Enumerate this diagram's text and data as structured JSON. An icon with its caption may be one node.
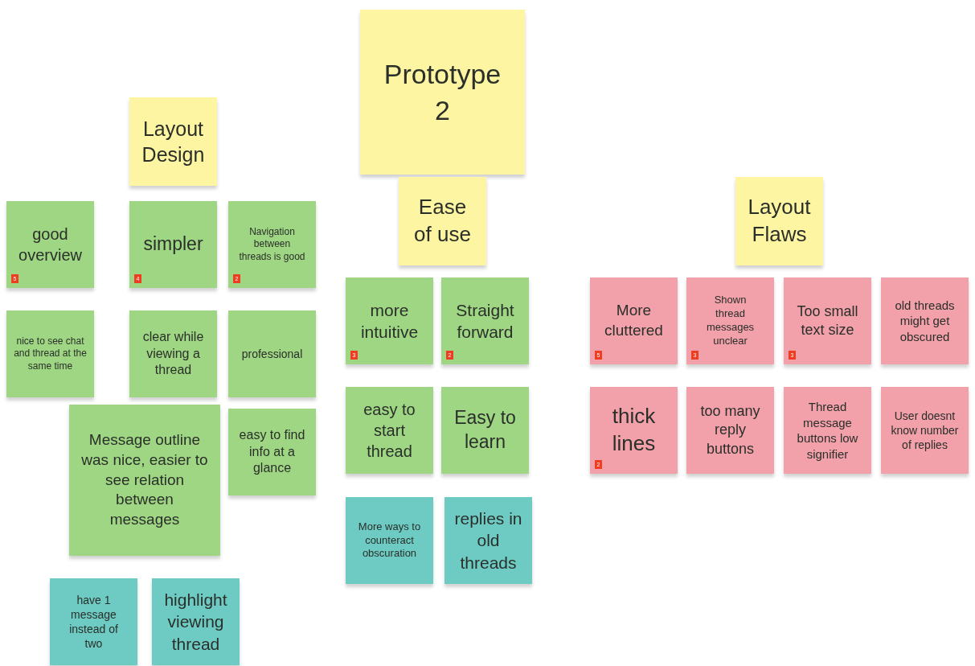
{
  "diagram": {
    "nodes": [
      {
        "text": [
          "Prototype 2"
        ]
      },
      {
        "text": [
          "Layout Design"
        ]
      },
      {
        "text": [
          "good overview",
          "5"
        ]
      },
      {
        "text": [
          "simpler",
          "4"
        ]
      },
      {
        "text": [
          "Navigation between threads is good",
          "2"
        ]
      },
      {
        "text": [
          "nice to see chat and thread at the same time"
        ]
      },
      {
        "text": [
          "clear while viewing a thread"
        ]
      },
      {
        "text": [
          "professional"
        ]
      },
      {
        "text": [
          "Message outline was nice, easier to see relation between messages"
        ]
      },
      {
        "text": [
          "easy to find info at a glance"
        ]
      },
      {
        "text": [
          "have 1 message instead of two"
        ]
      },
      {
        "text": [
          "highlight viewing thread"
        ]
      },
      {
        "text": [
          "Ease of use"
        ]
      },
      {
        "text": [
          "more intuitive",
          "3"
        ]
      },
      {
        "text": [
          "Straight forward",
          "2"
        ]
      },
      {
        "text": [
          "easy to start thread"
        ]
      },
      {
        "text": [
          "Easy to learn"
        ]
      },
      {
        "text": [
          "More ways to counteract obscuration"
        ]
      },
      {
        "text": [
          "replies in old threads"
        ]
      },
      {
        "text": [
          "Layout Flaws"
        ]
      },
      {
        "text": [
          "More cluttered",
          "5"
        ]
      },
      {
        "text": [
          "Shown thread messages unclear",
          "3"
        ]
      },
      {
        "text": [
          "Too small text size",
          "3"
        ]
      },
      {
        "text": [
          "old threads might get obscured"
        ]
      },
      {
        "text": [
          "thick lines",
          "2"
        ]
      },
      {
        "text": [
          "too many reply buttons"
        ]
      },
      {
        "text": [
          "Thread message buttons low signifier"
        ]
      },
      {
        "text": [
          "User doesnt know number of replies"
        ]
      }
    ]
  }
}
